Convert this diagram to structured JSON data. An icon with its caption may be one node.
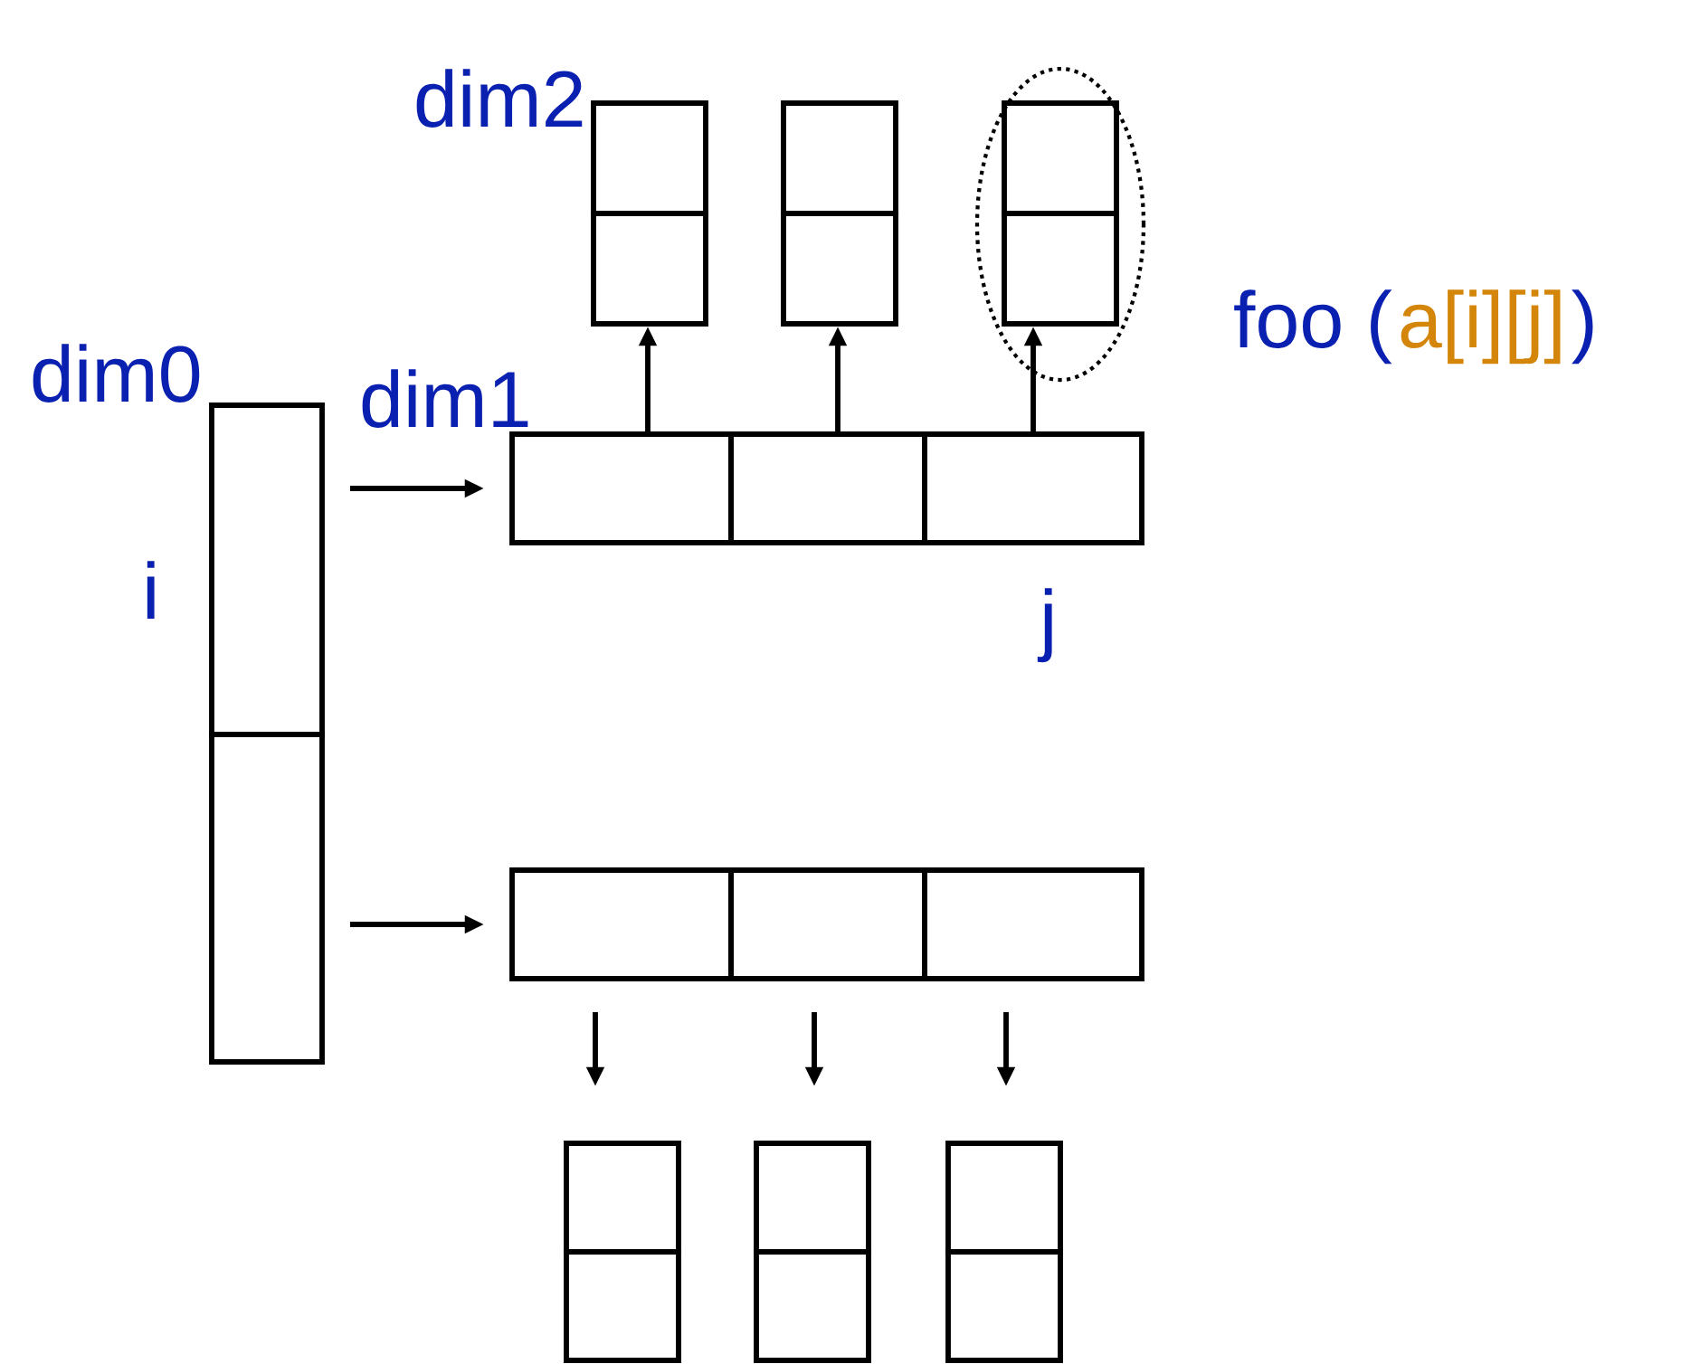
{
  "diagram": {
    "nodes": [
      {
        "text": [],
        "shape": "box"
      },
      {
        "text": [],
        "shape": "box"
      },
      {
        "text": [],
        "shape": "box"
      },
      {
        "text": [],
        "shape": "box"
      },
      {
        "text": [],
        "shape": "box"
      },
      {
        "text": [],
        "shape": "box"
      },
      {
        "text": [],
        "shape": "box"
      },
      {
        "text": [],
        "shape": "box"
      },
      {
        "text": [],
        "shape": "box"
      },
      {
        "text": [],
        "shape": "box"
      },
      {
        "text": [],
        "shape": "ellipse"
      },
      {
        "text": [],
        "shape": "box",
        "in": 10
      },
      {
        "text": [],
        "shape": "box"
      },
      {
        "text": [],
        "shape": "box"
      },
      {
        "text": [],
        "shape": "box"
      }
    ],
    "edges": [
      {
        "from": 0,
        "to": 2,
        "arrow": "to"
      },
      {
        "from": 1,
        "to": 5,
        "arrow": "to"
      },
      {
        "from": 2,
        "to": 8,
        "arrow": "to"
      },
      {
        "from": 3,
        "to": 9,
        "arrow": "to"
      },
      {
        "from": 4,
        "to": 11,
        "arrow": "to"
      },
      {
        "from": 5,
        "to": 12,
        "arrow": "to"
      },
      {
        "from": 6,
        "to": 13,
        "arrow": "to"
      },
      {
        "from": 7,
        "to": 14,
        "arrow": "to"
      }
    ],
    "labels": [
      "dim2",
      "foo (",
      "a[i][j]",
      ")",
      "dim0",
      "dim1",
      "i",
      "j"
    ]
  }
}
